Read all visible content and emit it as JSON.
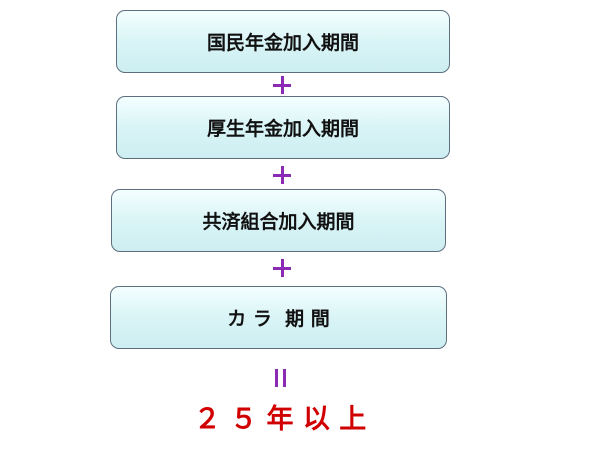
{
  "diagram": {
    "boxes": [
      {
        "label": "国民年金加入期間"
      },
      {
        "label": "厚生年金加入期間"
      },
      {
        "label": "共済組合加入期間"
      },
      {
        "label": "カ ラ  期 間"
      }
    ],
    "operators": [
      "+",
      "+",
      "+",
      "="
    ],
    "result": "２ ５ 年 以 上"
  },
  "colors": {
    "box_fill": "#d9f4f6",
    "box_border": "#5d6f7f",
    "operator": "#8b2bb5",
    "result_text": "#d10000"
  }
}
